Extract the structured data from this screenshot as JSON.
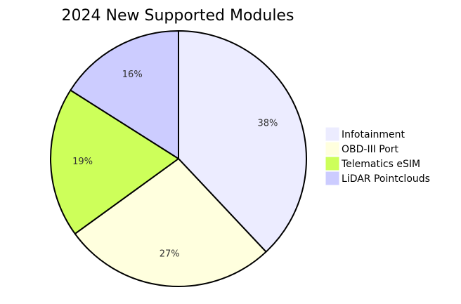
{
  "chart_data": {
    "type": "pie",
    "title": "2024 New Supported Modules",
    "labels": [
      "Infotainment",
      "OBD-III Port",
      "Telematics eSIM",
      "LiDAR Pointclouds"
    ],
    "values": [
      38,
      27,
      19,
      16
    ],
    "value_labels": [
      "38%",
      "27%",
      "19%",
      "16%"
    ],
    "colors": [
      "#ECECFF",
      "#FFFFDE",
      "#CDFF5A",
      "#CCCCFF"
    ],
    "legend_position": "right",
    "start_angle": "top",
    "direction": "clockwise"
  }
}
